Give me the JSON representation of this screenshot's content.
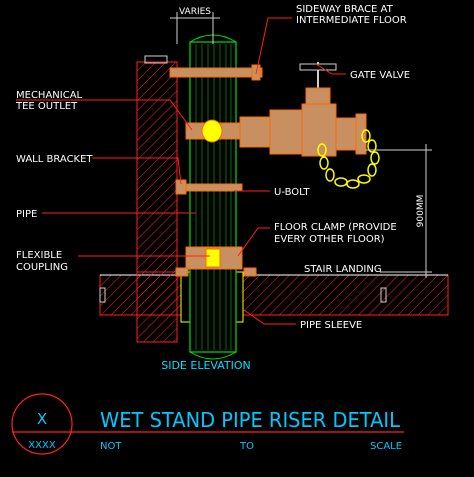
{
  "colors": {
    "background": "#000000",
    "label_text": "#ffffff",
    "leader_line": "#ff2020",
    "pipe_outline": "#00e000",
    "wall_hatch": "#ff2020",
    "dimension": "#cfcfcf",
    "brace": "#c89060",
    "valve": "#ff6a00",
    "chain": "#ffff00",
    "title_text": "#00c8ff",
    "title_line": "#ff2020",
    "caption": "#00e0ff"
  },
  "labels": {
    "varies": "VARIES",
    "sideway_brace_1": "SIDEWAY BRACE AT",
    "sideway_brace_2": "INTERMEDIATE FLOOR",
    "gate_valve": "GATE VALVE",
    "mech_tee_1": "MECHANICAL",
    "mech_tee_2": "TEE OUTLET",
    "wall_bracket": "WALL BRACKET",
    "u_bolt": "U-BOLT",
    "pipe": "PIPE",
    "floor_clamp_1": "FLOOR CLAMP (PROVIDE",
    "floor_clamp_2": "EVERY OTHER FLOOR)",
    "flexible_1": "FLEXIBLE",
    "flexible_2": "COUPLING",
    "stair_landing": "STAIR LANDING",
    "pipe_sleeve": "PIPE SLEEVE",
    "dim_900": "900MM",
    "side_elevation": "SIDE ELEVATION"
  },
  "title_block": {
    "symbol": "X",
    "sheet": "XXXX",
    "title": "WET STAND PIPE RISER DETAIL",
    "scale_1": "NOT",
    "scale_2": "TO",
    "scale_3": "SCALE"
  }
}
